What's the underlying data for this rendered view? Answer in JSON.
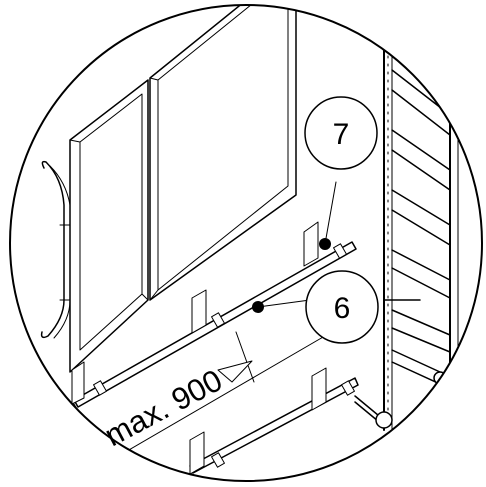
{
  "callouts": [
    {
      "label": "7"
    },
    {
      "label": "6"
    }
  ],
  "dimension": {
    "text": "max. 900"
  }
}
